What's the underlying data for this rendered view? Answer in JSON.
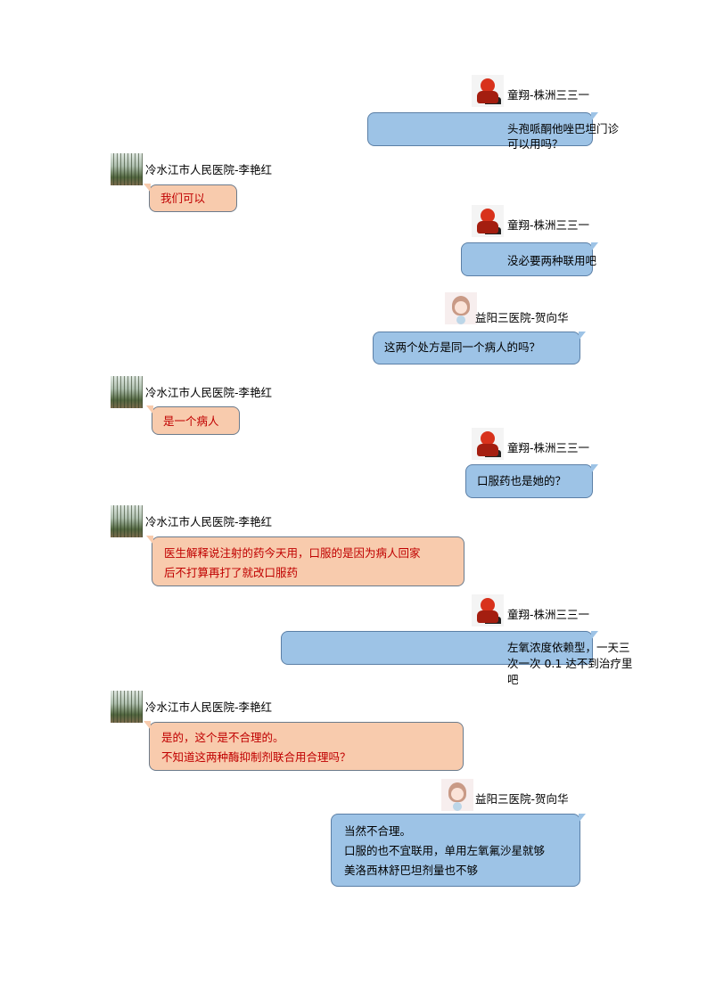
{
  "participants": {
    "tongxiang": "童翔-株洲三三一",
    "liyanhong": "冷水江市人民医院-李艳红",
    "hexianghua": "益阳三医院-贺向华"
  },
  "messages": [
    {
      "sender": "童翔-株洲三三一",
      "lines": [
        "头孢哌酮他唑巴坦门诊",
        "可以用吗？"
      ]
    },
    {
      "sender": "冷水江市人民医院-李艳红",
      "lines": [
        "我们可以"
      ]
    },
    {
      "sender": "童翔-株洲三三一",
      "lines": [
        "没必要两种联用吧"
      ]
    },
    {
      "sender": "益阳三医院-贺向华",
      "lines": [
        "这两个处方是同一个病人的吗？"
      ]
    },
    {
      "sender": "冷水江市人民医院-李艳红",
      "lines": [
        "是一个病人"
      ]
    },
    {
      "sender": "童翔-株洲三三一",
      "lines": [
        "口服药也是她的？"
      ]
    },
    {
      "sender": "冷水江市人民医院-李艳红",
      "lines": [
        "医生解释说注射的药今天用，口服的是因为病人回家",
        "后不打算再打了就改口服药"
      ]
    },
    {
      "sender": "童翔-株洲三三一",
      "lines": [
        "左氧浓度依赖型，一天三",
        "次一次 0.1 达不到治疗里",
        "吧"
      ]
    },
    {
      "sender": "冷水江市人民医院-李艳红",
      "lines": [
        "是的，这个是不合理的。",
        "不知道这两种酶抑制剂联合用合理吗？"
      ]
    },
    {
      "sender": "益阳三医院-贺向华",
      "lines": [
        "当然不合理。",
        "口服的也不宜联用，单用左氧氟沙星就够",
        "美洛西林舒巴坦剂量也不够"
      ]
    }
  ],
  "colors": {
    "outgoing_bubble": "#9dc3e6",
    "incoming_bubble": "#f8cbad",
    "incoming_text": "#c00000"
  }
}
